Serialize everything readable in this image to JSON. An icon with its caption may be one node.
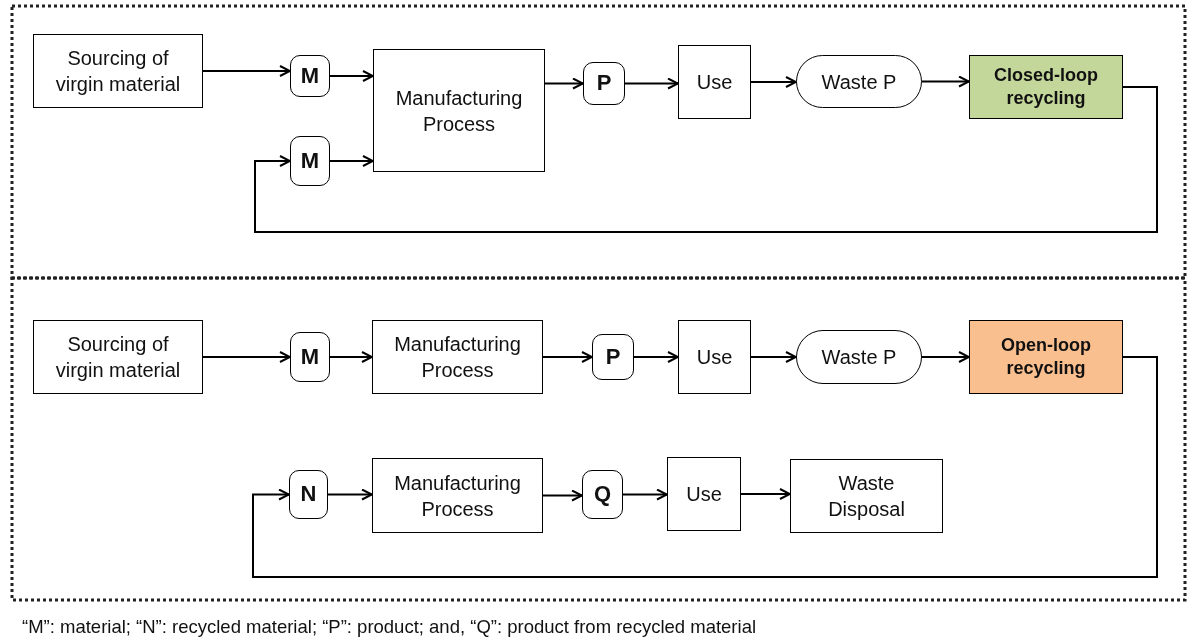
{
  "diagram": {
    "caption": "“M”: material; “N”: recycled material; “P”: product; and, “Q”: product from recycled material",
    "nodes": [
      {
        "text": [
          "Sourcing of virgin material"
        ]
      },
      {
        "text": [
          "M"
        ]
      },
      {
        "text": [
          "Manufacturing Process"
        ]
      },
      {
        "text": [
          "P"
        ]
      },
      {
        "text": [
          "Use"
        ]
      },
      {
        "text": [
          "Waste P"
        ]
      },
      {
        "text": [
          "Closed-loop recycling"
        ]
      },
      {
        "text": [
          "M"
        ]
      },
      {
        "text": [
          "Sourcing of virgin material"
        ]
      },
      {
        "text": [
          "M"
        ]
      },
      {
        "text": [
          "Manufacturing Process"
        ]
      },
      {
        "text": [
          "P"
        ]
      },
      {
        "text": [
          "Use"
        ]
      },
      {
        "text": [
          "Waste P"
        ]
      },
      {
        "text": [
          "Open-loop recycling"
        ]
      },
      {
        "text": [
          "N"
        ]
      },
      {
        "text": [
          "Manufacturing Process"
        ]
      },
      {
        "text": [
          "Q"
        ]
      },
      {
        "text": [
          "Use"
        ]
      },
      {
        "text": [
          "Waste Disposal"
        ]
      }
    ],
    "edges": [
      {
        "from": 0,
        "to": 1,
        "arrow": "to"
      },
      {
        "from": 1,
        "to": 2,
        "arrow": "to"
      },
      {
        "from": 7,
        "to": 2,
        "arrow": "to"
      },
      {
        "from": 2,
        "to": 3,
        "arrow": "to"
      },
      {
        "from": 3,
        "to": 4,
        "arrow": "to"
      },
      {
        "from": 4,
        "to": 5,
        "arrow": "to"
      },
      {
        "from": 5,
        "to": 6,
        "arrow": "to"
      },
      {
        "from": 6,
        "to": 7,
        "arrow": "to"
      },
      {
        "from": 8,
        "to": 9,
        "arrow": "to"
      },
      {
        "from": 9,
        "to": 10,
        "arrow": "to"
      },
      {
        "from": 10,
        "to": 11,
        "arrow": "to"
      },
      {
        "from": 11,
        "to": 12,
        "arrow": "to"
      },
      {
        "from": 12,
        "to": 13,
        "arrow": "to"
      },
      {
        "from": 13,
        "to": 14,
        "arrow": "to"
      },
      {
        "from": 14,
        "to": 15,
        "arrow": "to"
      },
      {
        "from": 15,
        "to": 16,
        "arrow": "to"
      },
      {
        "from": 16,
        "to": 17,
        "arrow": "to"
      },
      {
        "from": 17,
        "to": 18,
        "arrow": "to"
      },
      {
        "from": 18,
        "to": 19,
        "arrow": "to"
      }
    ]
  }
}
